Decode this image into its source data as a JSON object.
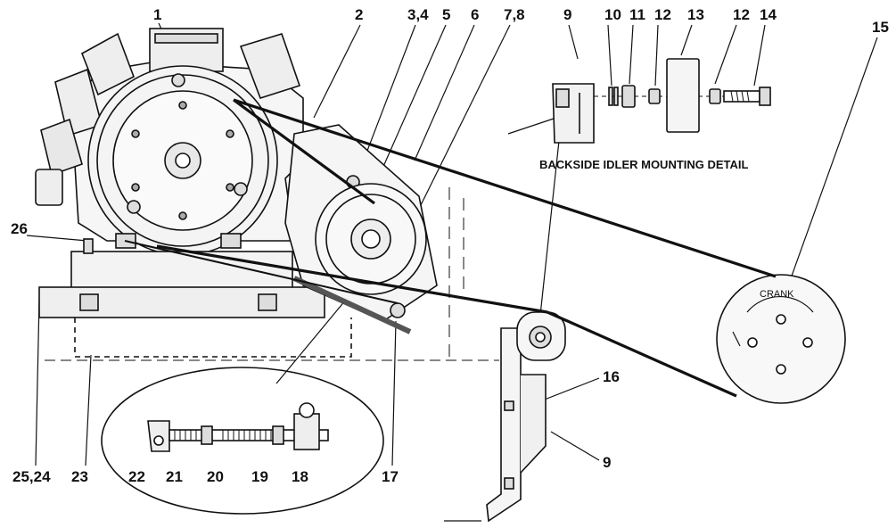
{
  "diagram": {
    "detail_title": "BACKSIDE IDLER MOUNTING DETAIL",
    "crank_label": "CRANK",
    "callouts": {
      "c1": "1",
      "c2": "2",
      "c3_4": "3,4",
      "c5": "5",
      "c6": "6",
      "c7_8": "7,8",
      "c9_top": "9",
      "c10": "10",
      "c11": "11",
      "c12_a": "12",
      "c13": "13",
      "c12_b": "12",
      "c14": "14",
      "c15": "15",
      "c16": "16",
      "c17": "17",
      "c9_bottom": "9",
      "c18": "18",
      "c19": "19",
      "c20": "20",
      "c21": "21",
      "c22": "22",
      "c23": "23",
      "c25_24": "25,24",
      "c26": "26"
    }
  }
}
